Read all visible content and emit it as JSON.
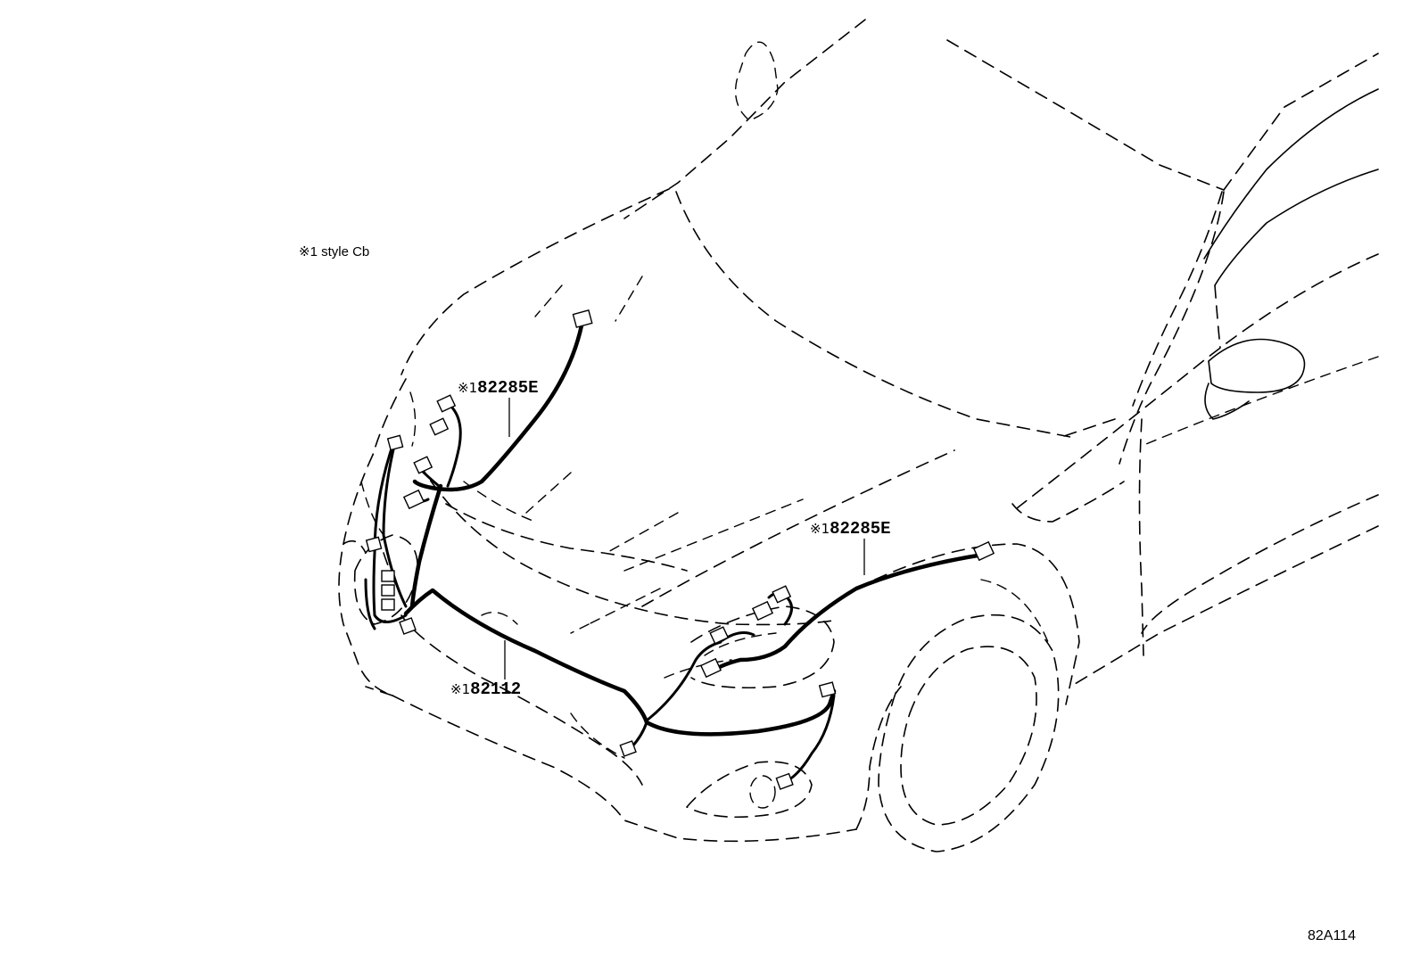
{
  "style_note": "※1 style Cb",
  "callouts": {
    "harness_left": {
      "mark": "※1",
      "part": "82285E"
    },
    "harness_right": {
      "mark": "※1",
      "part": "82285E"
    },
    "harness_front": {
      "mark": "※1",
      "part": "82112"
    }
  },
  "figure_code": "82A114"
}
